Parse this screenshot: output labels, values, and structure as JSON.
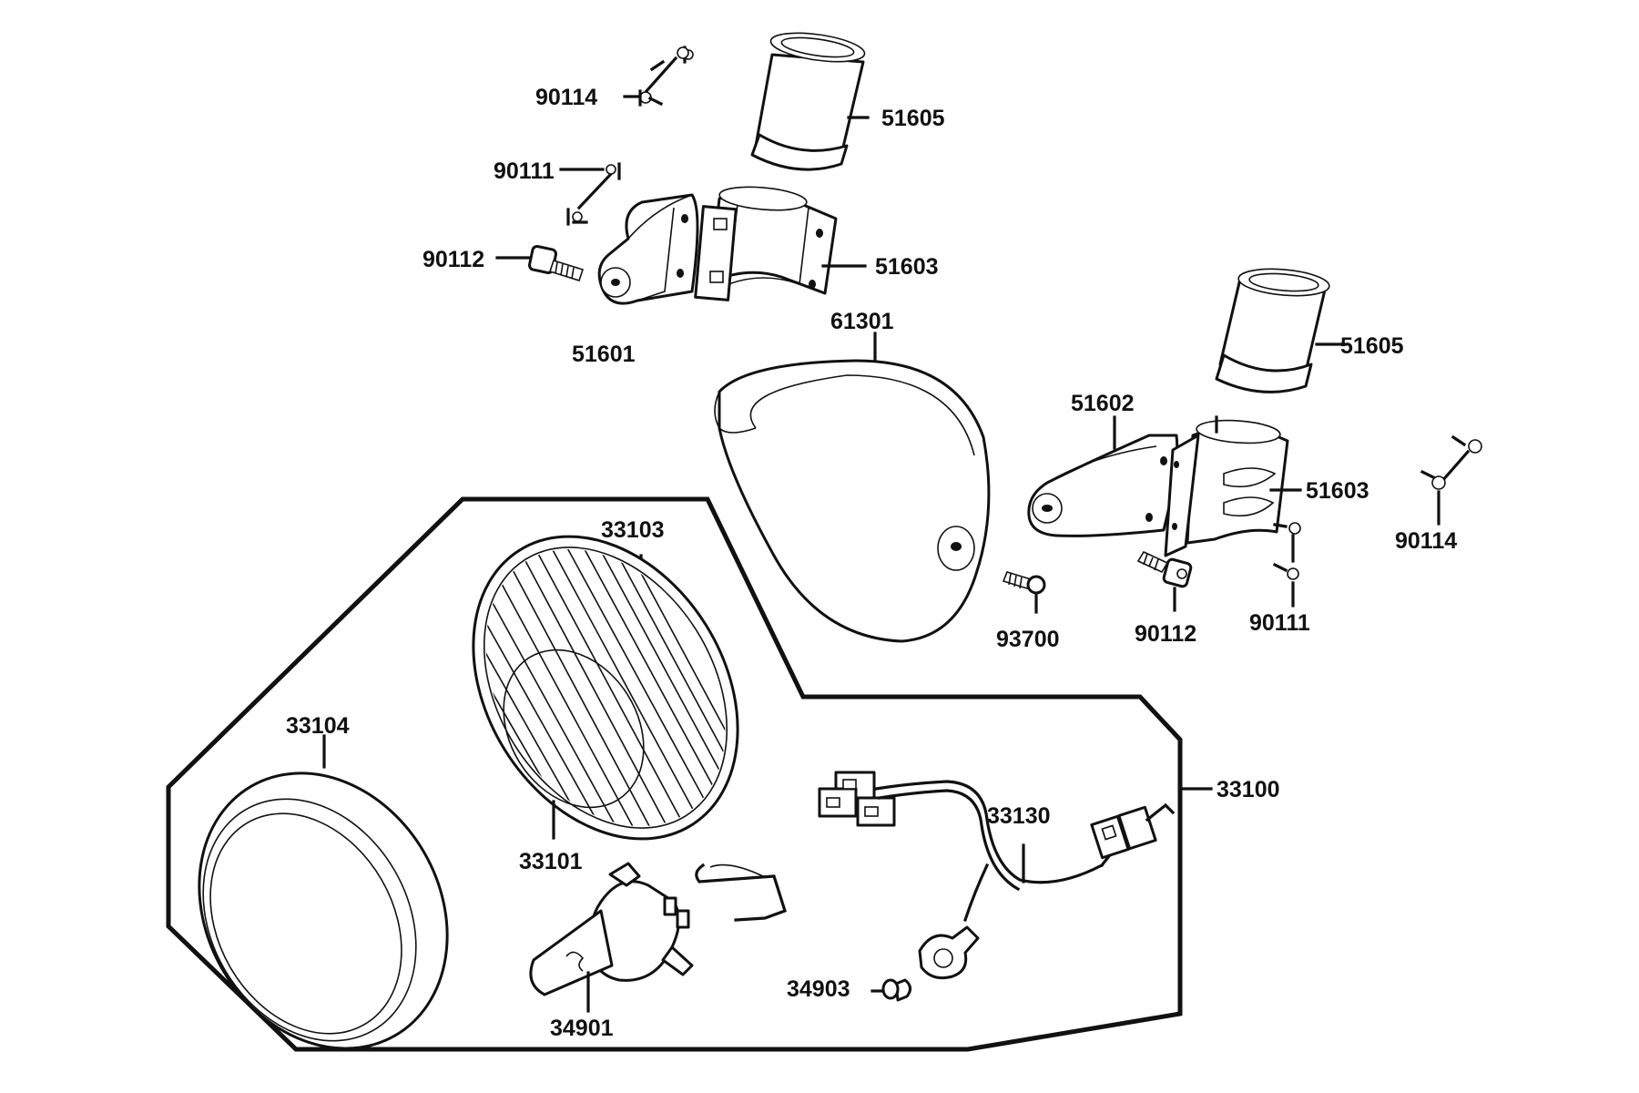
{
  "diagram": {
    "labels": {
      "p90114_top": "90114",
      "p51605_top": "51605",
      "p90111_left": "90111",
      "p90112_left": "90112",
      "p51603_left": "51603",
      "p51601": "51601",
      "p61301": "61301",
      "p51605_right": "51605",
      "p51602": "51602",
      "p51603_right": "51603",
      "p90114_right": "90114",
      "p93700": "93700",
      "p90112_right": "90112",
      "p90111_right": "90111",
      "p33103": "33103",
      "p33104": "33104",
      "p33101": "33101",
      "p33100": "33100",
      "p33130": "33130",
      "p34903": "34903",
      "p34901": "34901"
    }
  }
}
